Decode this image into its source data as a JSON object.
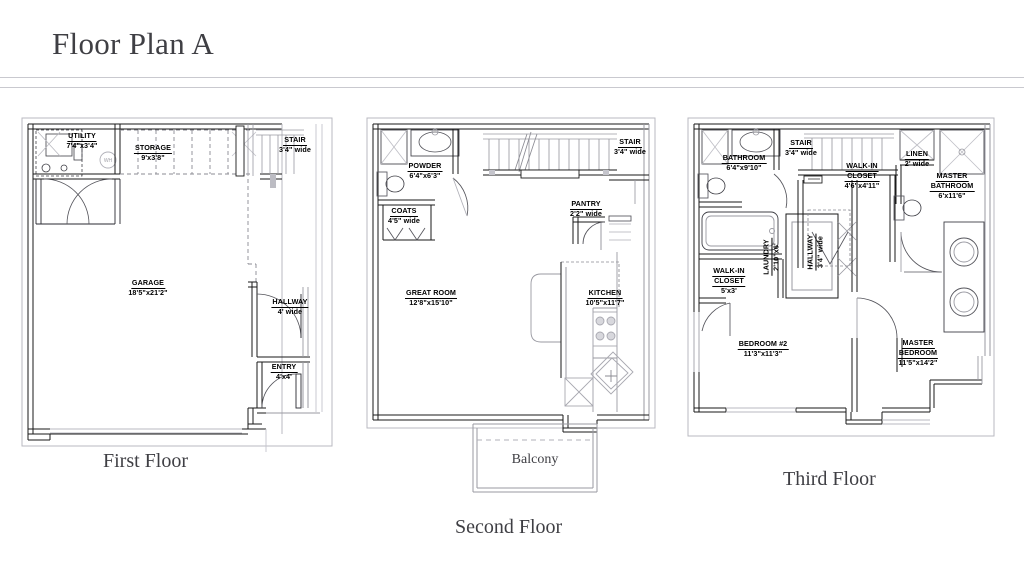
{
  "header": {
    "title": "Floor Plan A"
  },
  "floors": [
    {
      "id": "first-floor",
      "caption": "First Floor",
      "rooms": [
        {
          "name": "UTILITY",
          "dims": "7'4\"x3'4\""
        },
        {
          "name": "STORAGE",
          "dims": "9'x3'8\""
        },
        {
          "name": "STAIR",
          "dims": "3'4\" wide"
        },
        {
          "name": "GARAGE",
          "dims": "18'5\"x21'2\""
        },
        {
          "name": "HALLWAY",
          "dims": "4' wide"
        },
        {
          "name": "ENTRY",
          "dims": "4'x4'"
        }
      ],
      "fixtures": [
        "water-heater"
      ]
    },
    {
      "id": "second-floor",
      "caption": "Second Floor",
      "rooms": [
        {
          "name": "POWDER",
          "dims": "6'4\"x6'3\""
        },
        {
          "name": "COATS",
          "dims": "4'5\" wide"
        },
        {
          "name": "STAIR",
          "dims": "3'4\" wide"
        },
        {
          "name": "PANTRY",
          "dims": "2'2\" wide"
        },
        {
          "name": "GREAT ROOM",
          "dims": "12'8\"x15'10\""
        },
        {
          "name": "KITCHEN",
          "dims": "10'5\"x11'7\""
        }
      ],
      "balcony_label": "Balcony"
    },
    {
      "id": "third-floor",
      "caption": "Third Floor",
      "rooms": [
        {
          "name": "BATHROOM",
          "dims": "6'4\"x9'10\""
        },
        {
          "name": "STAIR",
          "dims": "3'4\" wide"
        },
        {
          "name": "LINEN",
          "dims": "2' wide"
        },
        {
          "name": "MASTER BATHROOM",
          "dims": "6'x11'6\""
        },
        {
          "name": "WALK-IN CLOSET",
          "dims": "4'6\"x4'11\""
        },
        {
          "name": "WALK-IN CLOSET",
          "dims": "5'x3'"
        },
        {
          "name": "LAUNDRY",
          "dims": "2'10\"x6'"
        },
        {
          "name": "HALLWAY",
          "dims": "3'4\" wide"
        },
        {
          "name": "BEDROOM #2",
          "dims": "11'3\"x11'3\""
        },
        {
          "name": "MASTER BEDROOM",
          "dims": "11'5\"x14'2\""
        }
      ]
    }
  ],
  "colors": {
    "ink": "#000000",
    "wall": "#1a1a1a",
    "light_line": "#9a9aa2",
    "rule": "#c9c9cf",
    "caption_text": "#3f3f44",
    "background": "#ffffff"
  },
  "labels": {
    "f1_utility_1": "UTILITY",
    "f1_utility_2": "7'4\"x3'4\"",
    "f1_storage_1": "STORAGE",
    "f1_storage_2": "9'x3'8\"",
    "f1_stair_1": "STAIR",
    "f1_stair_2": "3'4\" wide",
    "f1_garage_1": "GARAGE",
    "f1_garage_2": "18'5\"x21'2\"",
    "f1_hallway_1": "HALLWAY",
    "f1_hallway_2": "4' wide",
    "f1_entry_1": "ENTRY",
    "f1_entry_2": "4'x4'",
    "f1_caption": "First Floor",
    "f2_powder_1": "POWDER",
    "f2_powder_2": "6'4\"x6'3\"",
    "f2_coats_1": "COATS",
    "f2_coats_2": "4'5\" wide",
    "f2_stair_1": "STAIR",
    "f2_stair_2": "3'4\" wide",
    "f2_pantry_1": "PANTRY",
    "f2_pantry_2": "2'2\" wide",
    "f2_great_1": "GREAT ROOM",
    "f2_great_2": "12'8\"x15'10\"",
    "f2_kitchen_1": "KITCHEN",
    "f2_kitchen_2": "10'5\"x11'7\"",
    "f2_balcony": "Balcony",
    "f2_caption": "Second Floor",
    "f3_bath_1": "BATHROOM",
    "f3_bath_2": "6'4\"x9'10\"",
    "f3_stair_1": "STAIR",
    "f3_stair_2": "3'4\" wide",
    "f3_linen_1": "LINEN",
    "f3_linen_2": "2' wide",
    "f3_mbath_1": "MASTER",
    "f3_mbath_2": "BATHROOM",
    "f3_mbath_3": "6'x11'6\"",
    "f3_wic1_1": "WALK-IN",
    "f3_wic1_2": "CLOSET",
    "f3_wic1_3": "4'6\"x4'11\"",
    "f3_wic2_1": "WALK-IN",
    "f3_wic2_2": "CLOSET",
    "f3_wic2_3": "5'x3'",
    "f3_laundry_1": "LAUNDRY",
    "f3_laundry_2": "2'10\"x6'",
    "f3_hall_1": "HALLWAY",
    "f3_hall_2": "3'4\" wide",
    "f3_bed2_1": "BEDROOM #2",
    "f3_bed2_2": "11'3\"x11'3\"",
    "f3_mbed_1": "MASTER",
    "f3_mbed_2": "BEDROOM",
    "f3_mbed_3": "11'5\"x14'2\"",
    "f3_caption": "Third Floor"
  }
}
